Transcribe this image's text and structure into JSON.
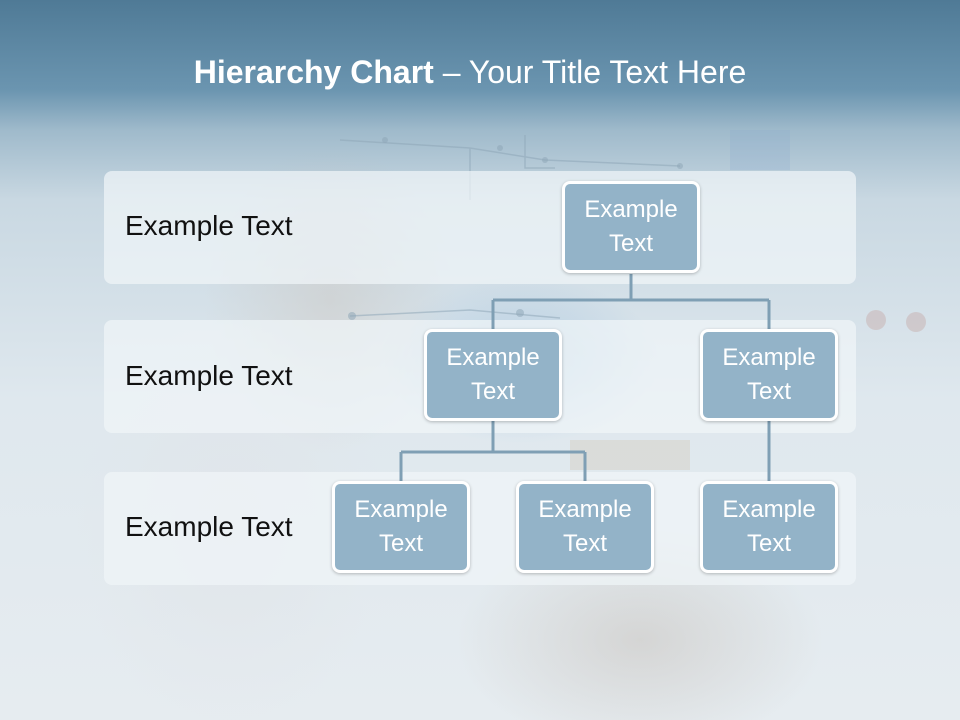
{
  "title": {
    "bold": "Hierarchy Chart",
    "rest": " – Your Title Text Here"
  },
  "bands": [
    {
      "label": "Example Text"
    },
    {
      "label": "Example Text"
    },
    {
      "label": "Example Text"
    }
  ],
  "nodes": {
    "root": "Example Text",
    "level2_left": "Example Text",
    "level2_right": "Example Text",
    "level3_a": "Example Text",
    "level3_b": "Example Text",
    "level3_c": "Example Text"
  },
  "colors": {
    "node_fill": "#93b3c8",
    "node_border": "#ffffff",
    "connector": "#7f9fb4",
    "band_fill": "#f0f5f8"
  }
}
